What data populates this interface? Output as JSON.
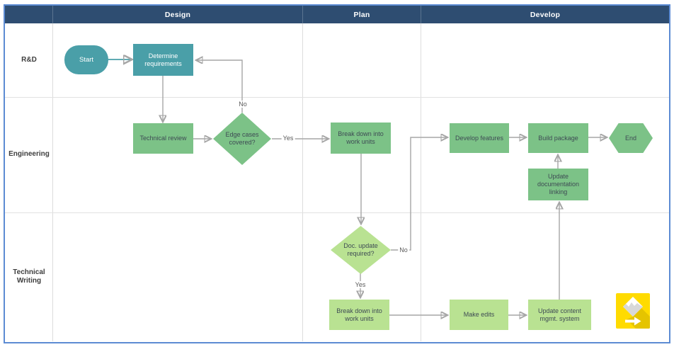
{
  "header": {
    "columns": [
      {
        "label": "Design"
      },
      {
        "label": "Plan"
      },
      {
        "label": "Develop"
      }
    ]
  },
  "lanes": [
    {
      "label": "R&D"
    },
    {
      "label": "Engineering"
    },
    {
      "label": "Technical Writing"
    }
  ],
  "nodes": {
    "start": {
      "label": "Start",
      "type": "start"
    },
    "determine_requirements": {
      "label": "Determine requirements",
      "type": "process"
    },
    "technical_review": {
      "label": "Technical review",
      "type": "process"
    },
    "edge_cases": {
      "label": "Edge cases covered?",
      "type": "decision"
    },
    "breakdown_plan": {
      "label": "Break down into work units",
      "type": "process"
    },
    "develop_features": {
      "label": "Develop features",
      "type": "process"
    },
    "build_package": {
      "label": "Build package",
      "type": "process"
    },
    "end": {
      "label": "End",
      "type": "end"
    },
    "update_doc_linking": {
      "label": "Update documentation linking",
      "type": "process"
    },
    "doc_update": {
      "label": "Doc. update required?",
      "type": "decision"
    },
    "breakdown_tw": {
      "label": "Break down into work units",
      "type": "process"
    },
    "make_edits": {
      "label": "Make edits",
      "type": "process"
    },
    "update_cms": {
      "label": "Update content mgmt. system",
      "type": "process"
    }
  },
  "edge_labels": {
    "no_loop": "No",
    "yes_main": "Yes",
    "no_doc": "No",
    "yes_doc": "Yes"
  },
  "colors": {
    "accent_teal": "#4A9FA8",
    "green_medium": "#7CC287",
    "green_light": "#B9E292",
    "header_navy": "#2E4D71",
    "frame_blue": "#5C8BD3",
    "connector_gray": "#A6A6A6",
    "logo_yellow": "#FFDB00"
  }
}
